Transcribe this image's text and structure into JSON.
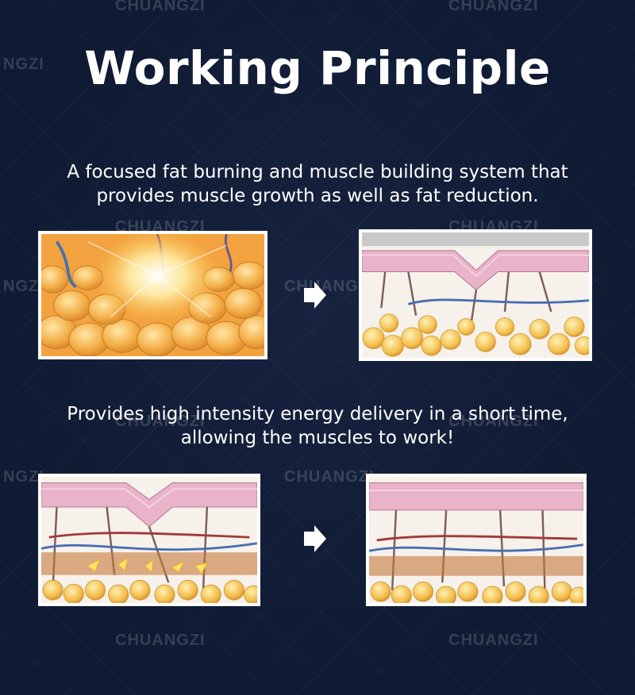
{
  "title": "Working Principle",
  "section1": {
    "caption_line1": "A focused fat burning and muscle building system that",
    "caption_line2": "provides muscle growth as well as fat reduction."
  },
  "section2": {
    "caption_line1": "Provides high intensity energy delivery in a short time,",
    "caption_line2": "allowing the muscles to work!"
  },
  "watermark": "CHUANGZI",
  "watermark_partial": "NGZI",
  "colors": {
    "background": "#0f1a33",
    "text": "#ffffff",
    "fat": "#f2b84b",
    "skin": "#e9b3c9"
  },
  "icons": {
    "arrow": "right-arrow-icon"
  }
}
